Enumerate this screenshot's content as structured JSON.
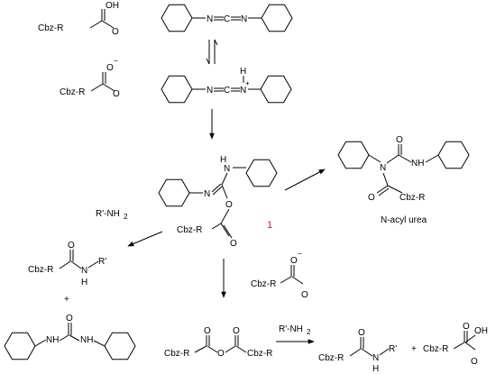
{
  "labels": {
    "cbzr": "Cbz-R",
    "o": "O",
    "oh": "OH",
    "minus": "−",
    "plus_sign": "+",
    "n": "N",
    "nh": "NH",
    "h": "H",
    "c": "C",
    "r_prime": "R'",
    "amine": "R'-NH",
    "sub2": "2",
    "intermediate_number": "1",
    "acyl_urea_caption": "N-acyl urea"
  },
  "colors": {
    "ink": "#000000",
    "number_color": "#d42020"
  }
}
